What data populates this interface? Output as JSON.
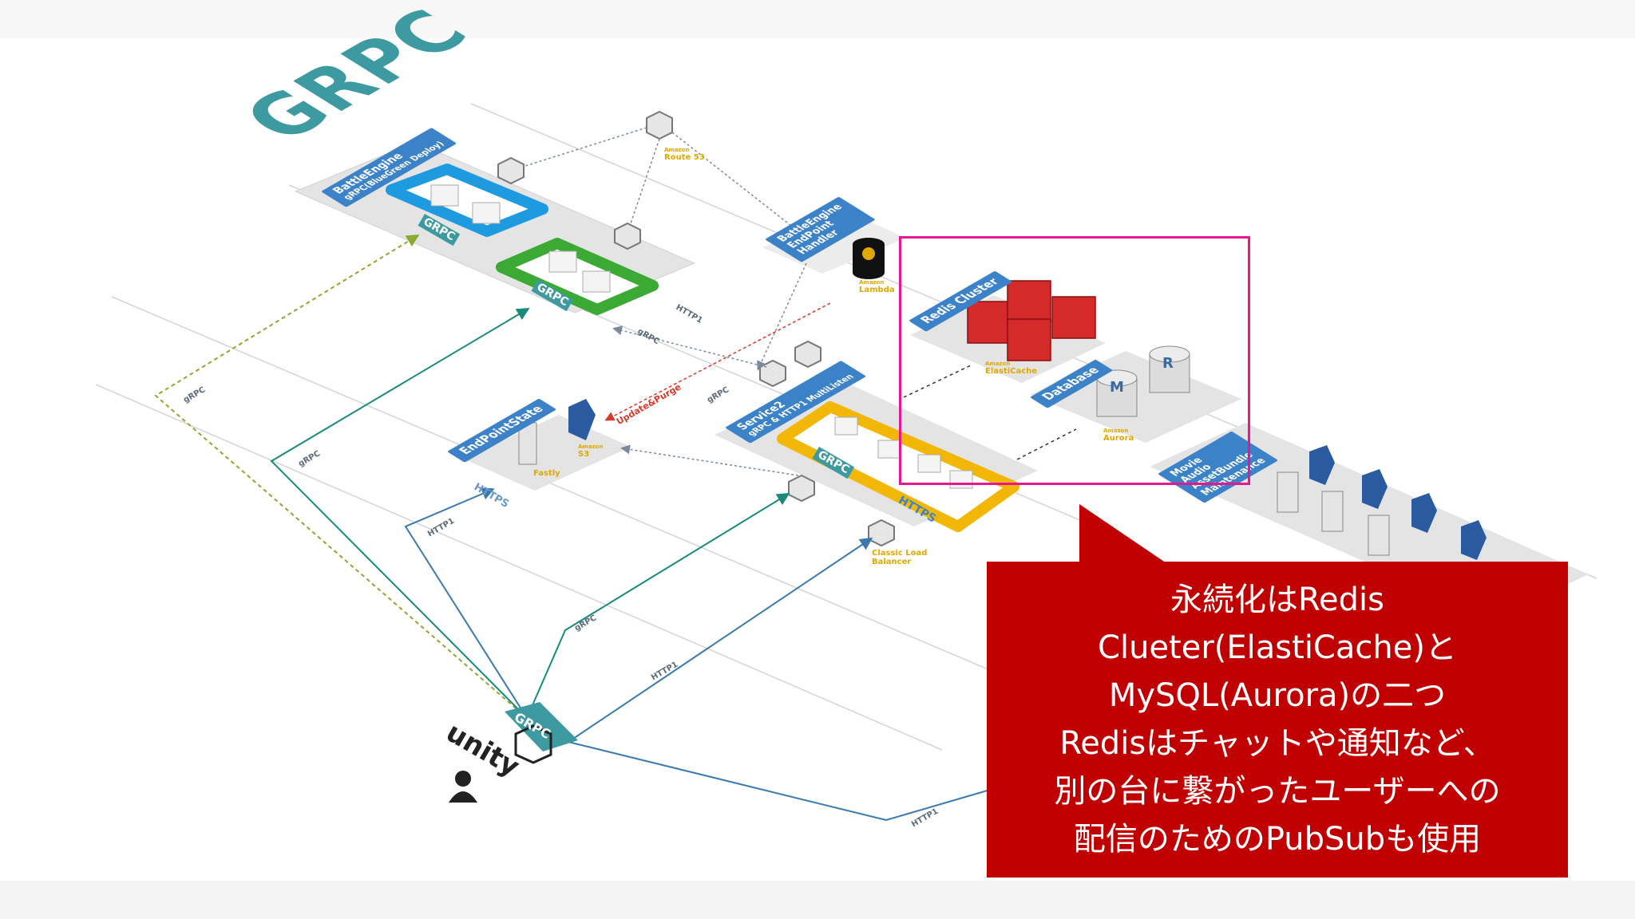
{
  "logo": {
    "text": "GRPC"
  },
  "panels": {
    "battle_engine": {
      "title": "BattleEngine",
      "subtitle": "gRPC(BlueGreen Deploy)"
    },
    "endpoint_handler": {
      "line1": "BattleEngine",
      "line2": "EndPoint",
      "line3": "Handler"
    },
    "redis_cluster": {
      "title": "Redis Cluster"
    },
    "database": {
      "title": "Database"
    },
    "service2": {
      "title": "Service2",
      "subtitle": "gRPC & HTTP1 MultiListen"
    },
    "endpoint_state": {
      "title": "EndPointState",
      "badge": "HTTPS"
    },
    "movie": {
      "line1": "Movie",
      "line2": "Audio",
      "line3": "AssetBundle",
      "line4": "Maintenance"
    }
  },
  "service_labels": {
    "route53": {
      "vendor": "Amazon",
      "name": "Route 53"
    },
    "lambda": {
      "vendor": "Amazon",
      "name": "Lambda"
    },
    "elasticache": {
      "vendor": "Amazon",
      "name": "ElastiCache"
    },
    "aurora": {
      "vendor": "Amazon",
      "name": "Aurora"
    },
    "s3": {
      "vendor": "Amazon",
      "name": "S3"
    },
    "fastly": {
      "name": "Fastly"
    },
    "clb": {
      "line1": "Classic Load",
      "line2": "Balancer"
    }
  },
  "badges": {
    "grpc": "GRPC",
    "https": "HTTPS",
    "db_m": "M",
    "db_r": "R"
  },
  "edge_labels": {
    "grpc_dotted": "gRPC",
    "grpc_left": "gRPC",
    "grpc_mid": "gRPC",
    "grpc_center": "gRPC",
    "grpc_service2": "gRPC",
    "http1_top": "HTTP1",
    "http1_left": "HTTP1",
    "http1_mid": "HTTP1",
    "http1_bottom": "HTTP1",
    "update_purge": "Update&Purge"
  },
  "client": {
    "grpc": "GRPC",
    "unity": "unity"
  },
  "callout": {
    "text": "永続化はRedis\nClueter(ElastiCache)と\nMySQL(Aurora)の二つ\nRedisはチャットや通知など、\n別の台に繋がったユーザーへの\n配信のためのPubSubも使用"
  },
  "colors": {
    "callout_bg": "#c00000",
    "highlight": "#e6178f",
    "panel_blue": "#3b82c8",
    "grpc_teal": "#3c9aa0",
    "green_border": "#3aaa35",
    "blue_border": "#1e9be0",
    "yellow_border": "#f2b705",
    "redis_red": "#d42a2a"
  }
}
